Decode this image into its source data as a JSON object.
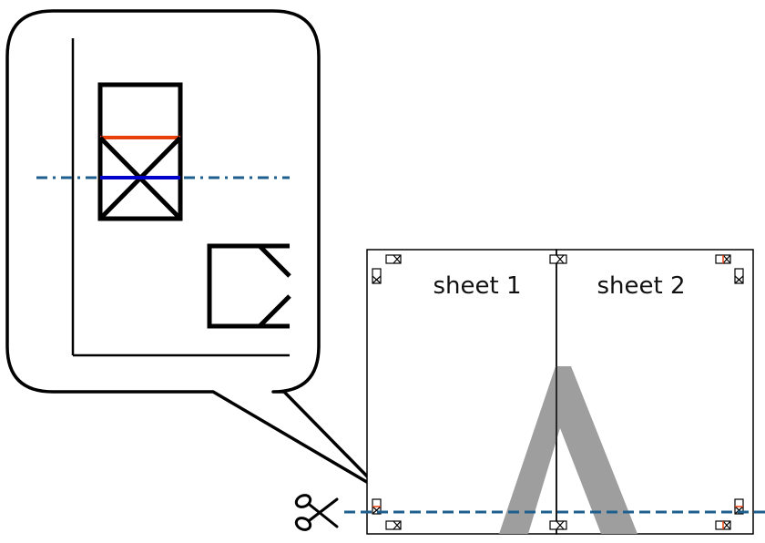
{
  "sheets": [
    {
      "label": "sheet 1"
    },
    {
      "label": "sheet 2"
    }
  ],
  "colors": {
    "cut_line": "#1f5f8f",
    "upper_mark": "#e8400c",
    "lower_mark": "#0000cc",
    "poster_shape": "#9e9e9e",
    "outline": "#000000"
  },
  "icons": {
    "scissors": "scissors-icon",
    "callout": "magnifier-callout",
    "alignment_mark": "cross-box-mark"
  }
}
